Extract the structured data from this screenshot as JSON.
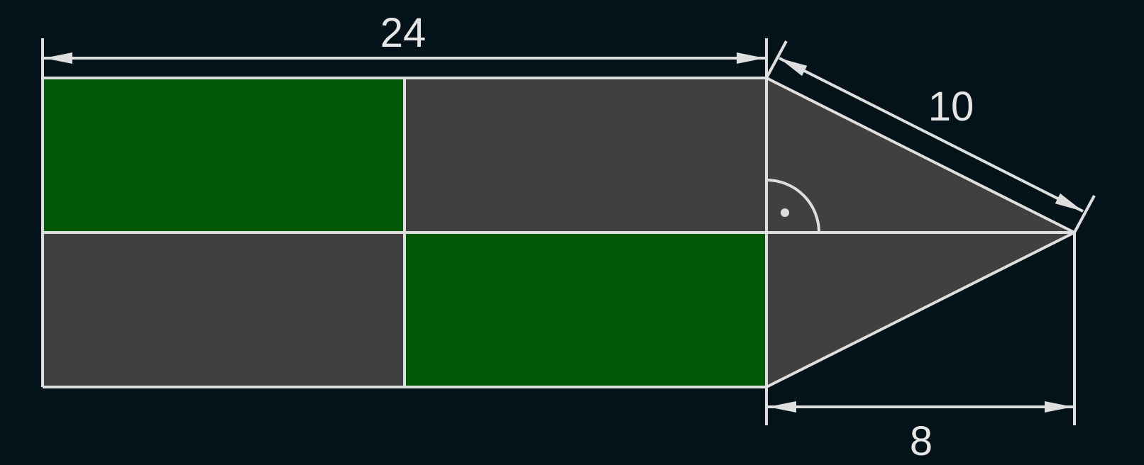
{
  "colors": {
    "background": "#04131a",
    "green_fill": "#035a06",
    "gray_fill": "#404040",
    "line": "#dedede",
    "label": "#e6e6e6"
  },
  "dimensions": {
    "top_length": "24",
    "slant_length": "10",
    "bottom_length": "8"
  },
  "marks": {
    "right_angle_symbol": "right-angle-arc-with-dot"
  }
}
